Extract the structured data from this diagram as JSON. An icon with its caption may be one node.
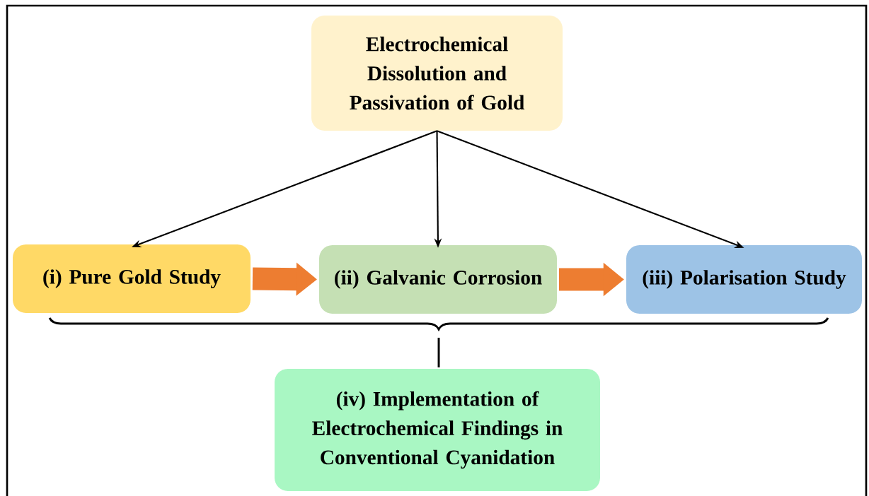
{
  "diagram": {
    "nodes": [
      {
        "text": [
          "Electrochemical Dissolution and Passivation of Gold"
        ]
      },
      {
        "text": [
          "(i) Pure Gold Study"
        ]
      },
      {
        "text": [
          "(ii) Galvanic Corrosion"
        ]
      },
      {
        "text": [
          "(iii) Polarisation Study"
        ]
      },
      {
        "text": [
          "(iv) Implementation of Electrochemical Findings in Conventional Cyanidation"
        ]
      }
    ],
    "edges": [
      {
        "from": 0,
        "to": 1,
        "arrow": "to"
      },
      {
        "from": 0,
        "to": 2,
        "arrow": "to"
      },
      {
        "from": 0,
        "to": 3,
        "arrow": "to"
      },
      {
        "from": 1,
        "to": 2,
        "arrow": "to",
        "style": "thick",
        "color": "#ed7d31"
      },
      {
        "from": 2,
        "to": 3,
        "arrow": "to",
        "style": "thick",
        "color": "#ed7d31"
      }
    ]
  }
}
